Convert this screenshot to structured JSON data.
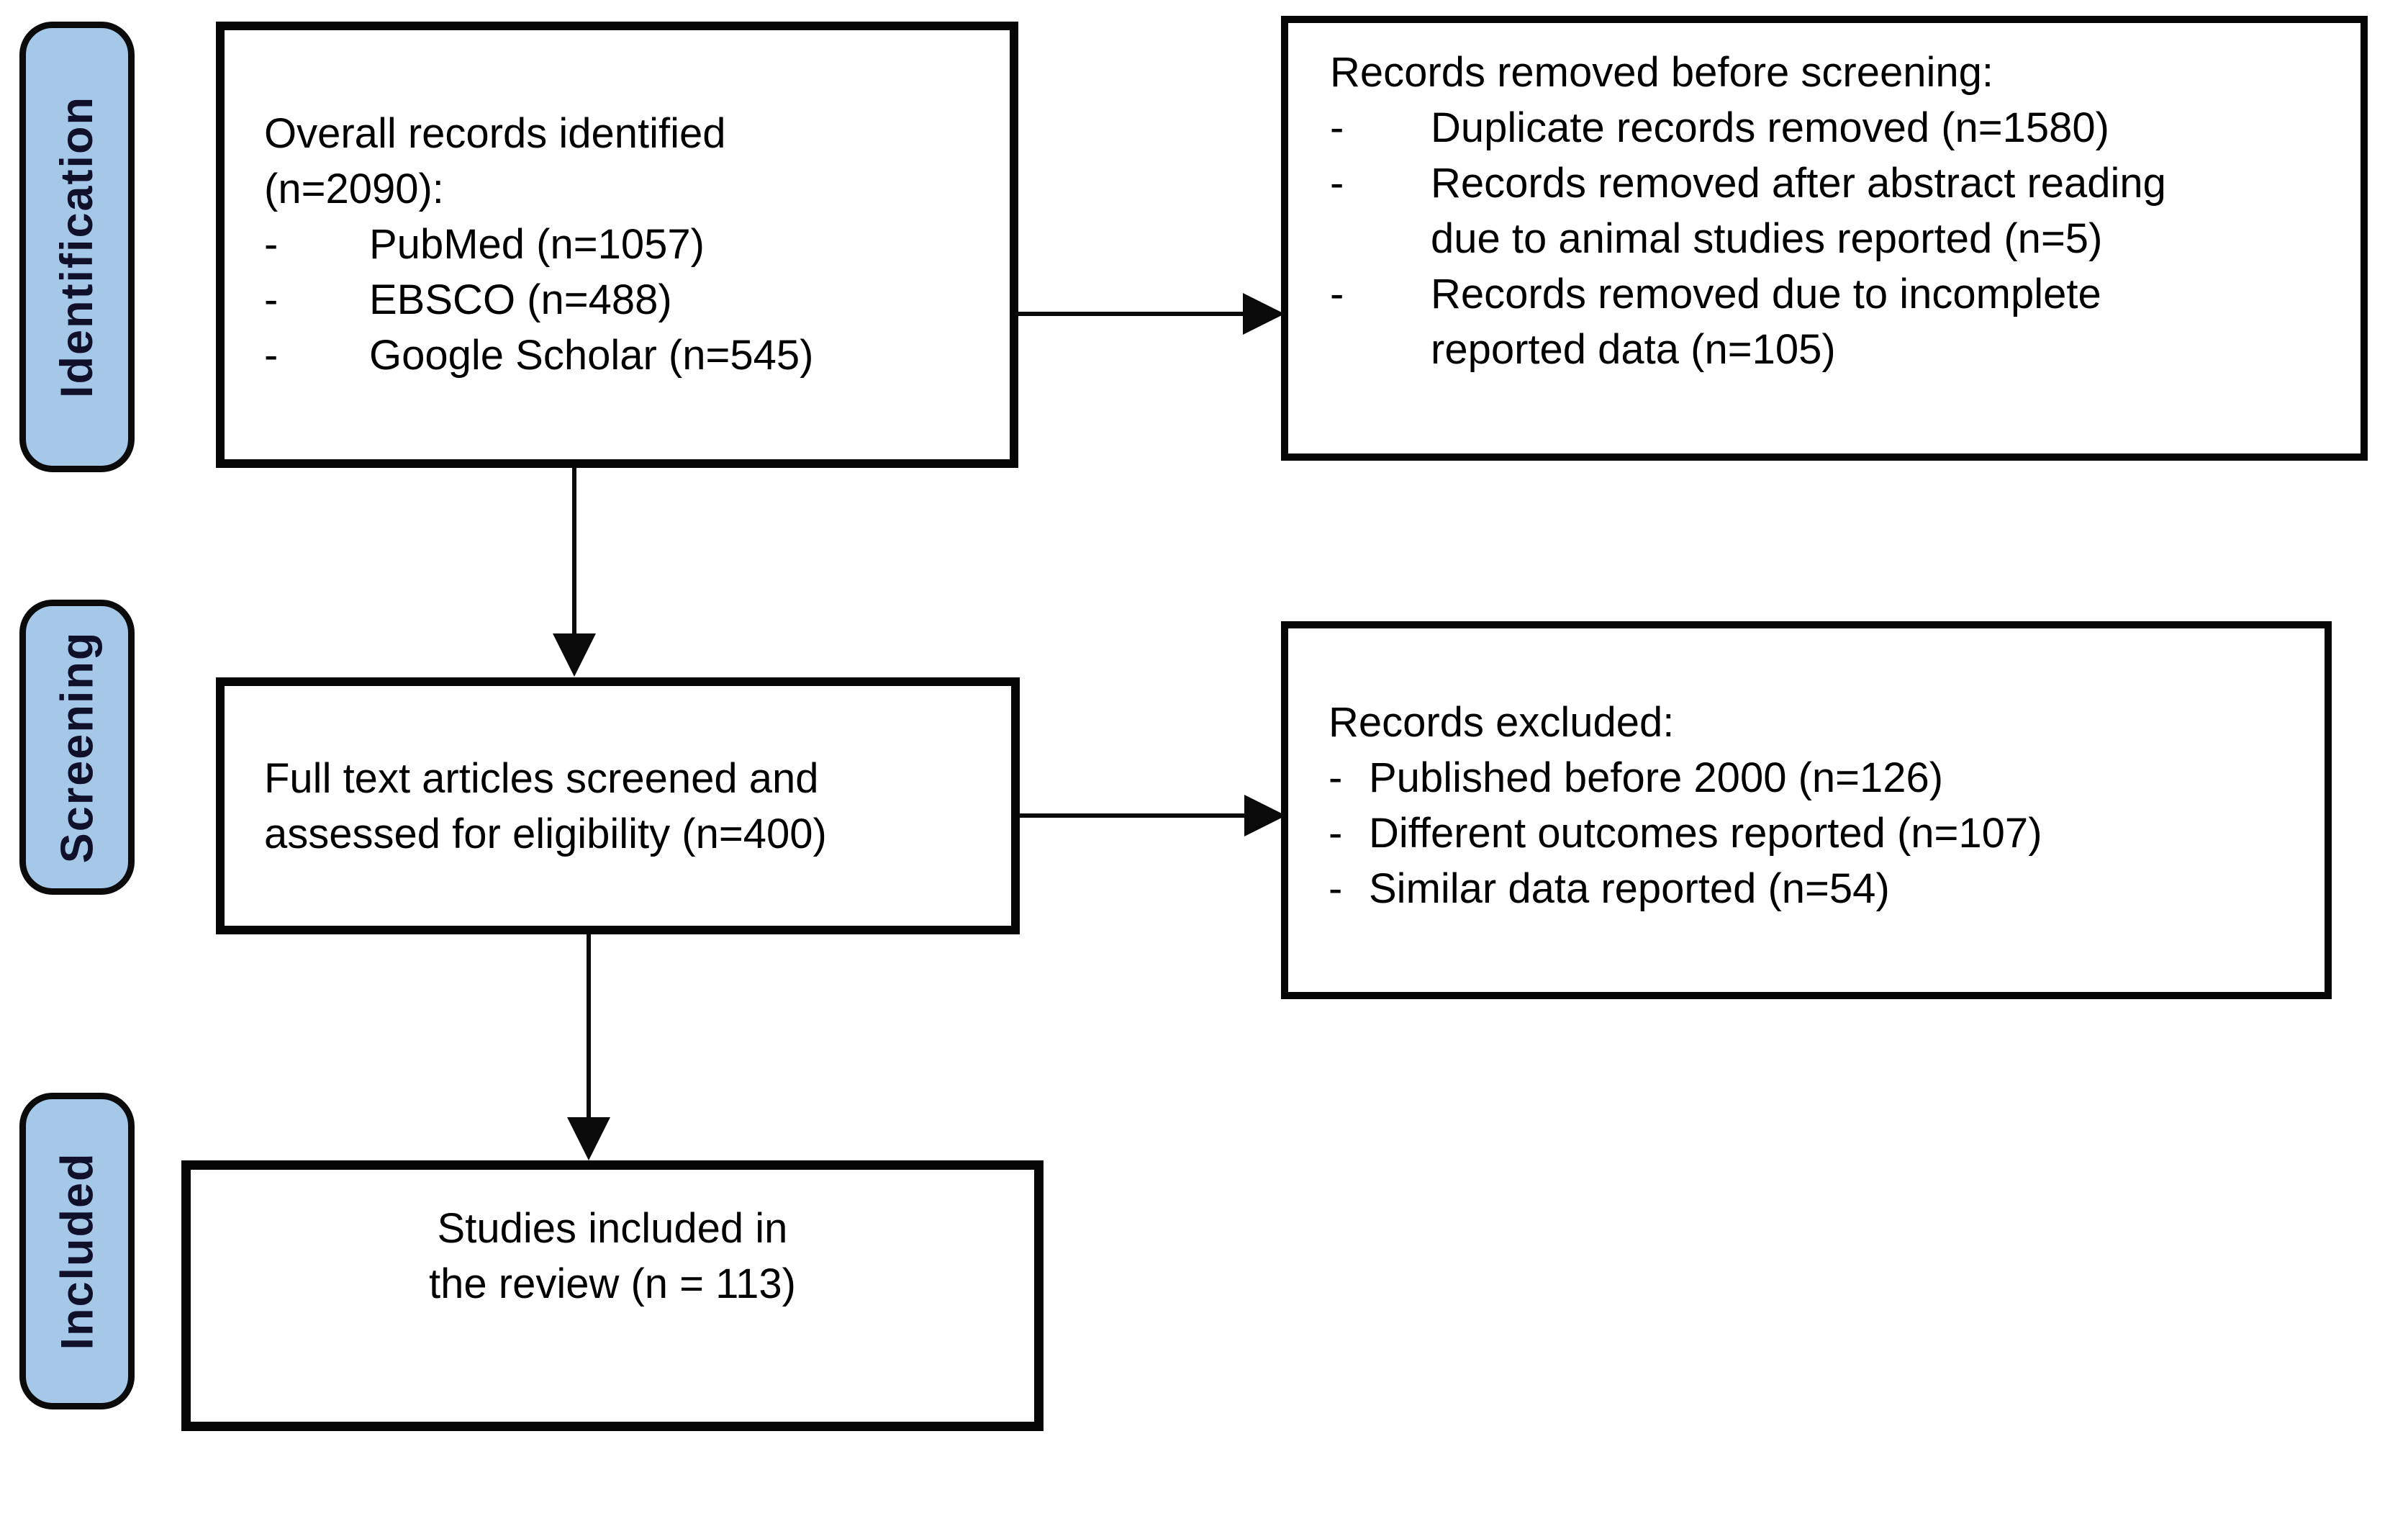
{
  "diagram": {
    "bullet": "-",
    "stages": [
      {
        "label": "Identification"
      },
      {
        "label": "Screening"
      },
      {
        "label": "Included"
      }
    ],
    "boxes": {
      "identified": {
        "intro": "Overall records identified\n(n=2090):",
        "items": [
          "PubMed (n=1057)",
          "EBSCO (n=488)",
          "Google Scholar (n=545)"
        ]
      },
      "removed": {
        "title": "Records removed before screening:",
        "items": [
          "Duplicate records removed (n=1580)",
          "Records removed after abstract reading\ndue to animal studies reported (n=5)",
          "Records removed due to incomplete\nreported data (n=105)"
        ]
      },
      "screened": {
        "text": "Full text articles screened and\nassessed for eligibility (n=400)"
      },
      "excluded": {
        "title": "Records excluded:",
        "items": [
          "Published before 2000 (n=126)",
          "Different outcomes reported (n=107)",
          "Similar data reported (n=54)"
        ]
      },
      "included": {
        "text": "Studies included in\nthe review (n = 113)"
      }
    },
    "colors": {
      "stage_fill": "#a5c7e8",
      "stage_border": "#0b0b0b",
      "stage_text": "#10102a",
      "box_border": "#050505",
      "text": "#000000",
      "background": "#ffffff",
      "arrow": "#0a0a0a"
    }
  }
}
